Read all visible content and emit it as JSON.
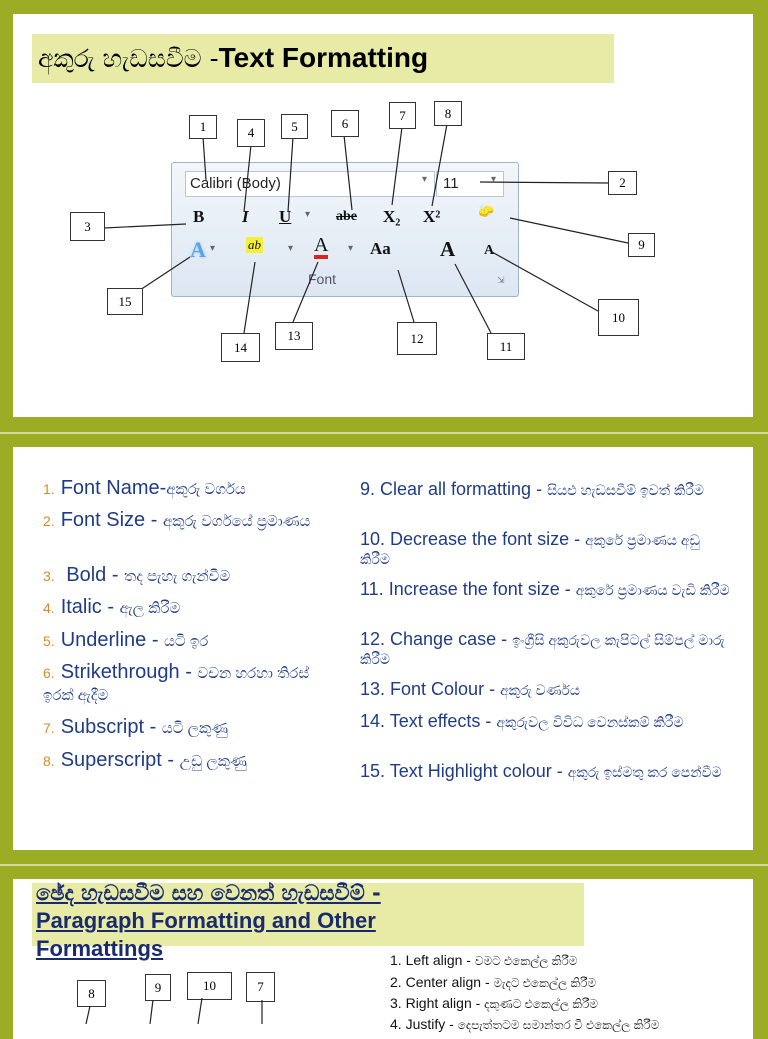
{
  "slide1": {
    "title_si": "අකුරු හැඩසවීම -",
    "title_en": "Text Formatting",
    "ribbon": {
      "font_name": "Calibri (Body)",
      "font_size": "11",
      "group_label": "Font",
      "bold": "B",
      "italic": "I",
      "underline": "U",
      "strike": "abe",
      "subscript": "X₂",
      "superscript": "X²",
      "change_case": "Aa",
      "grow": "A",
      "shrink": "A",
      "color": "A",
      "effects": "A",
      "highlight": "ab"
    },
    "callouts": [
      "1",
      "4",
      "5",
      "6",
      "7",
      "8",
      "2",
      "3",
      "9",
      "15",
      "10",
      "14",
      "13",
      "12",
      "11"
    ]
  },
  "slide2": {
    "left": [
      {
        "num": "1.",
        "en": "Font Name-",
        "si": "අකුරු වර්ගය"
      },
      {
        "num": "2.",
        "en": "Font Size - ",
        "si": "අකුරු වර්ගයේ ප්‍රමාණය"
      },
      {
        "num": "3.",
        "en": " Bold - ",
        "si": "තද පැහැ ගැන්වීම"
      },
      {
        "num": "4.",
        "en": "Italic - ",
        "si": "ඇල කිරීම"
      },
      {
        "num": "5.",
        "en": "Underline - ",
        "si": "යටි ඉර"
      },
      {
        "num": "6.",
        "en": "Strikethrough - ",
        "si": "වචන හරහා තිරස් ඉරක් ඇදීම"
      },
      {
        "num": "7.",
        "en": "Subscript - ",
        "si": "යටි ලකුණු"
      },
      {
        "num": "8.",
        "en": "Superscript - ",
        "si": "උඩු ලකුණු"
      }
    ],
    "right": [
      {
        "en": "9. Clear all formatting - ",
        "si": "සියළු හැඩසවීම් ඉවත් කිරීම"
      },
      {
        "en": "10. Decrease the font size - ",
        "si": "අකුරේ ප්‍රමාණය අඩු කිරීම"
      },
      {
        "en": "11. Increase the font size - ",
        "si": "අකුරේ ප්‍රමාණය වැඩි කිරීම"
      },
      {
        "en": "12. Change case - ",
        "si": "ඉංග්‍රීසි අකුරුවල කැපිටල් සිම්පල් මාරු කිරීම"
      },
      {
        "en": "13. Font Colour - ",
        "si": "අකුරු වර්ණය"
      },
      {
        "en": "14. Text effects - ",
        "si": "අකුරුවල විවිධ වෙනස්කම් කිරීම"
      },
      {
        "en": "15. Text Highlight colour - ",
        "si": "අකුරු ඉස්මතු කර පෙන්වීම"
      }
    ]
  },
  "slide3": {
    "title_si": "ඡේද හැඩසවීම සහ වෙනත් හැඩසවීම් -",
    "title_en": "Paragraph Formatting and Other Formattings",
    "callouts": [
      "8",
      "9",
      "10",
      "7"
    ],
    "align": [
      {
        "num": "1.",
        "en": "Left align - ",
        "si": "වමට එකෙල්ල කිරීම"
      },
      {
        "num": "2.",
        "en": "Center align - ",
        "si": "මැදට එකෙල්ල කිරීම"
      },
      {
        "num": "3.",
        "en": "Right align - ",
        "si": "දකුණට එකෙල්ල කිරීම"
      },
      {
        "num": "4.",
        "en": "Justify - ",
        "si": "දෙපැත්තටම සමාන්තර වී එකෙල්ල කිරීම"
      }
    ]
  }
}
